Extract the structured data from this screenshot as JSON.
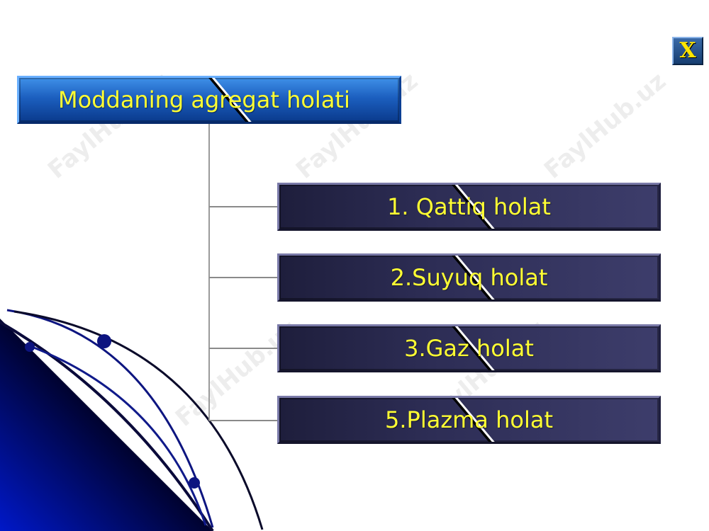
{
  "title": "Moddaning agregat holati",
  "items": [
    {
      "label": "1. Qattiq holat"
    },
    {
      "label": "2.Suyuq holat"
    },
    {
      "label": "3.Gaz holat"
    },
    {
      "label": "5.Plazma holat"
    }
  ],
  "close_label": "X",
  "watermark": "FaylHub.uz",
  "colors": {
    "title_box": "#1c5fbf",
    "item_box": "#2d2d55",
    "text": "#ffff33",
    "close_x": "#ffe600"
  }
}
